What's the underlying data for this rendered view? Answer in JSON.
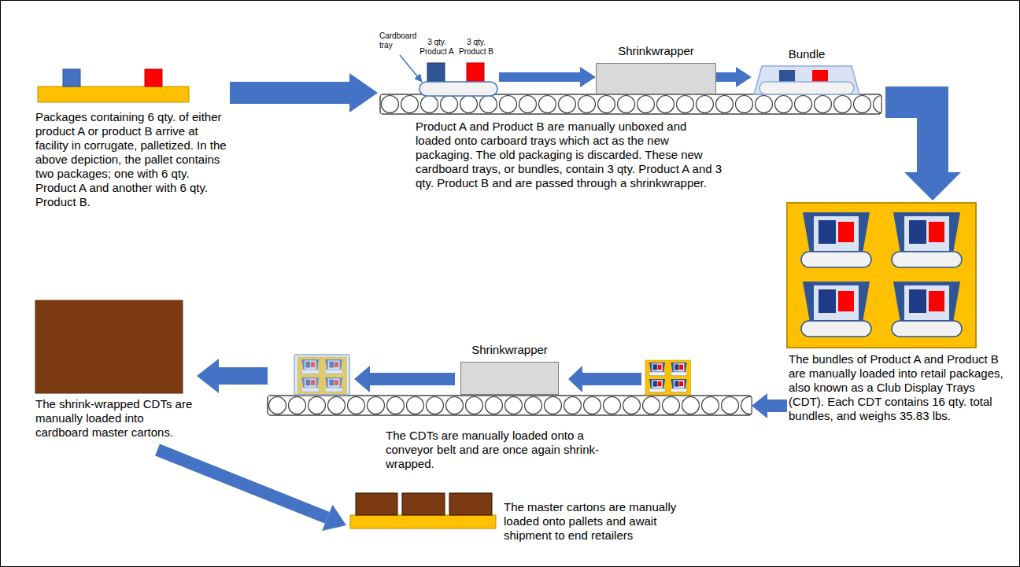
{
  "diagram": {
    "nodes": [
      {
        "text": [
          "Packages containing 6 qty. of either product A or product B arrive at facility in corrugate, palletized. In the above depiction, the pallet contains two packages; one with 6 qty. Product A and another with 6 qty. Product B."
        ]
      },
      {
        "text": [
          "Product A and Product B are manually unboxed and loaded onto carboard trays which act as the new packaging. The old packaging is discarded. These new cardboard trays, or bundles, contain 3 qty. Product A and 3 qty. Product B and are passed through a shrinkwrapper."
        ]
      },
      {
        "text": [
          "3 qty. Product A",
          "3 qty. Product B",
          "Cardboard tray"
        ],
        "in": 1
      },
      {
        "text": [
          "Shrinkwrapper"
        ],
        "in": 1
      },
      {
        "text": [
          "Bundle"
        ],
        "in": 1
      },
      {
        "text": [
          "The bundles of Product A and Product B are manually loaded into retail packages, also known as a Club Display Trays (CDT). Each CDT contains 16 qty. total bundles, and weighs 35.83 lbs."
        ]
      },
      {
        "text": [
          "The CDTs are manually loaded onto a conveyor belt and are once again shrink-wrapped."
        ]
      },
      {
        "text": [
          "Shrinkwrapper"
        ],
        "in": 6
      },
      {
        "text": [
          "The shrink-wrapped CDTs are manually loaded into cardboard master cartons."
        ]
      },
      {
        "text": [
          "The master cartons are manually loaded onto pallets and await shipment to end retailers"
        ]
      }
    ],
    "edges": [
      {
        "from": 0,
        "to": 1,
        "arrow": "to"
      },
      {
        "from": 2,
        "to": 3,
        "arrow": "to"
      },
      {
        "from": 3,
        "to": 4,
        "arrow": "to"
      },
      {
        "from": 1,
        "to": 5,
        "arrow": "to"
      },
      {
        "from": 5,
        "to": 6,
        "arrow": "to"
      },
      {
        "from": 6,
        "to": 8,
        "arrow": "to"
      },
      {
        "from": 8,
        "to": 9,
        "arrow": "to"
      }
    ]
  }
}
